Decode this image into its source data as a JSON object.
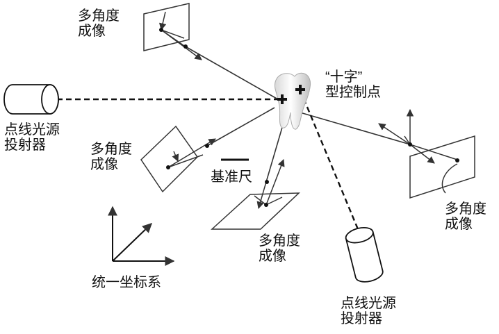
{
  "labels": {
    "multi_angle_top": [
      "多角度",
      "成像"
    ],
    "multi_angle_left": [
      "多角度",
      "成像"
    ],
    "multi_angle_bottom": [
      "多角度",
      "成像"
    ],
    "multi_angle_right": [
      "多角度",
      "成像"
    ],
    "projector_left": [
      "点线光源",
      "投射器"
    ],
    "projector_bottom": [
      "点线光源",
      "投射器"
    ],
    "cross_control_point": [
      "“十字”",
      "型控制点"
    ],
    "scale_bar": "基准尺",
    "unified_coordinate_system": "统一坐标系"
  },
  "colors": {
    "line": "#333333",
    "text": "#111111",
    "background": "#ffffff"
  },
  "icons": [
    "tooth-icon",
    "cross-marker-icon",
    "cylinder-projector-icon",
    "camera-axes-icon",
    "coordinate-axes-icon"
  ]
}
